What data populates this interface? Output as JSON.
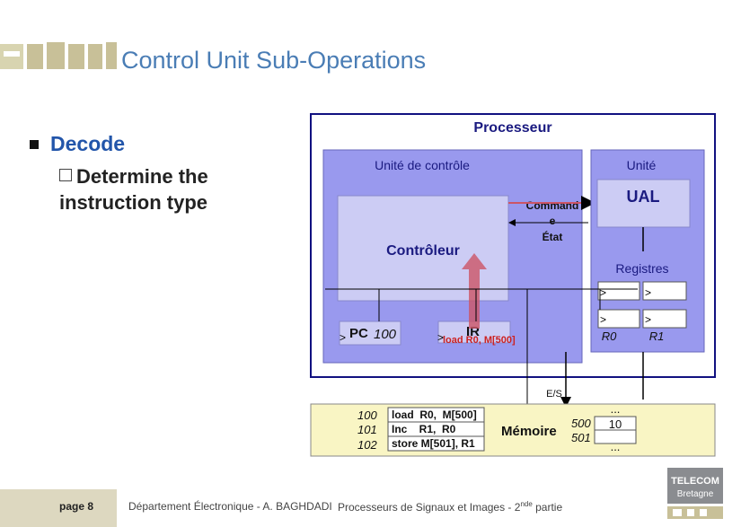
{
  "slide": {
    "title": "Control Unit Sub-Operations",
    "bullet1": "Decode",
    "bullet2_line1": "Determine the",
    "bullet2_line2": "instruction type"
  },
  "diagram": {
    "processor": "Processeur",
    "control_unit": "Unité de contrôle",
    "controller": "Contrôleur",
    "command_l1": "Command",
    "command_l2": "e",
    "state": "État",
    "unit": "Unité",
    "alu": "UAL",
    "registers": "Registres",
    "pc_label": "PC",
    "pc_value": "100",
    "ir_label": "IR",
    "ir_value": "load R0, M[500]",
    "r0": "R0",
    "r1": "R1",
    "io": "E/S",
    "memory": "Mémoire",
    "addr_100": "100",
    "addr_101": "101",
    "addr_102": "102",
    "instr_100": "load  R0,  M[500]",
    "instr_101": "Inc    R1,  R0",
    "instr_102": "store M[501], R1",
    "addr_500": "500",
    "addr_501": "501",
    "val_500": "10",
    "dots": "..."
  },
  "footer": {
    "page": "page 8",
    "dept": "Département Électronique - A. BAGHDADI",
    "course": "Processeurs de Signaux et Images - 2",
    "course_sup": "nde",
    "course_end": " partie",
    "logo_l1": "TELECOM",
    "logo_l2": "Bretagne"
  },
  "colors": {
    "title": "#4a7db5",
    "processor_bg": "#9999ee",
    "controller_bg": "#ccccf4",
    "memory_bg": "#f9f5c4",
    "arrow": "#cc5566",
    "text_blue": "#1a1a80"
  }
}
